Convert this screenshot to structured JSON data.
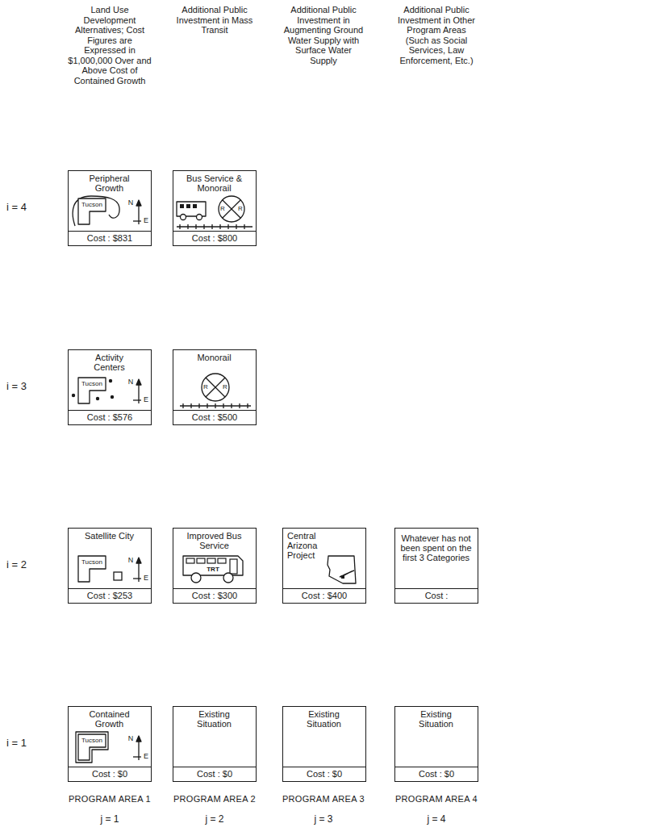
{
  "diagram": {
    "nodes": [
      {
        "text": [
          "Peripheral Growth",
          "Tucson",
          "N",
          "E",
          "Cost : $831"
        ]
      },
      {
        "text": [
          "Bus Service & Monorail",
          "R",
          "R",
          "Cost : $800"
        ]
      },
      {
        "text": [
          "Activity Centers",
          "Tucson",
          "N",
          "E",
          "Cost : $576"
        ]
      },
      {
        "text": [
          "Monorail",
          "R",
          "R",
          "Cost : $500"
        ]
      },
      {
        "text": [
          "Satellite City",
          "Tucson",
          "N",
          "E",
          "Cost : $253"
        ]
      },
      {
        "text": [
          "Improved Bus Service",
          "TRT",
          "Cost : $300"
        ]
      },
      {
        "text": [
          "Central Arizona Project",
          "Cost : $400"
        ]
      },
      {
        "text": [
          "Whatever has not been spent on the first 3 Categories",
          "Cost :"
        ]
      },
      {
        "text": [
          "Contained Growth",
          "Tucson",
          "N",
          "E",
          "Cost : $0"
        ]
      },
      {
        "text": [
          "Existing Situation",
          "Cost : $0"
        ]
      },
      {
        "text": [
          "Existing Situation",
          "Cost : $0"
        ]
      },
      {
        "text": [
          "Existing Situation",
          "Cost : $0"
        ]
      }
    ],
    "labels": [
      "Land Use Development Alternatives; Cost Figures are Expressed in $1,000,000 Over and Above Cost of Contained Growth",
      "Additional Public Investment in Mass Transit",
      "Additional Public Investment in Augmenting Ground Water Supply with Surface Water Supply",
      "Additional Public Investment in Other Program Areas (Such as Social Services, Law Enforcement, Etc.)",
      "i = 4",
      "i = 3",
      "i = 2",
      "i = 1",
      "PROGRAM AREA 1",
      "j = 1",
      "PROGRAM AREA 2",
      "j = 2",
      "PROGRAM AREA 3",
      "j = 3",
      "PROGRAM AREA 4",
      "j = 4"
    ]
  }
}
